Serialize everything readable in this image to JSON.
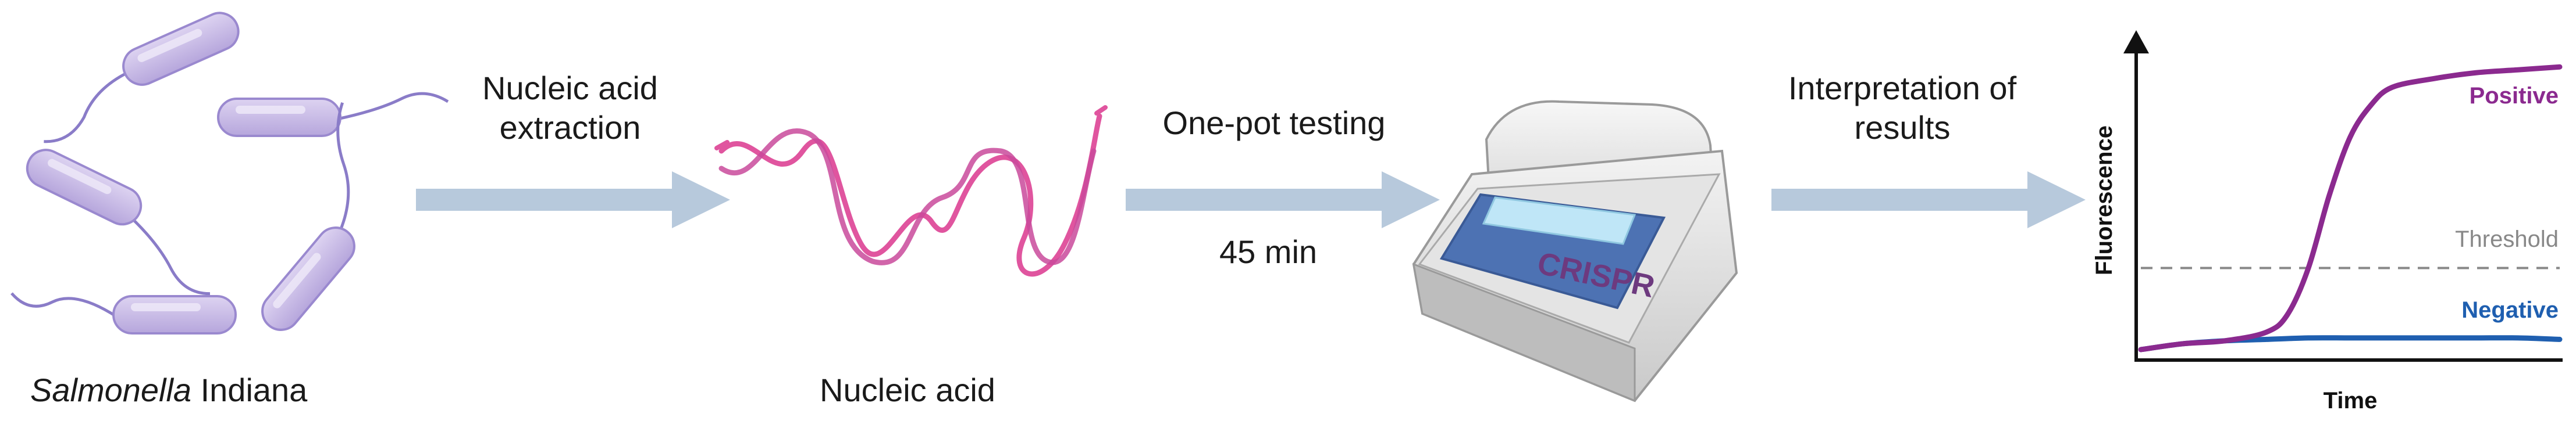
{
  "steps": {
    "organism": {
      "name_italic": "Salmonella",
      "name_rest": " Indiana"
    },
    "arrow1": {
      "line1": "Nucleic acid",
      "line2": "extraction"
    },
    "sample": {
      "label": "Nucleic acid"
    },
    "arrow2": {
      "top": "One-pot testing",
      "bottom": "45 min"
    },
    "device": {
      "screen_text": "CRISPR"
    },
    "arrow3": {
      "line1": "Interpretation of",
      "line2": "results"
    }
  },
  "colors": {
    "bacteria_fill": "#c9bbe6",
    "bacteria_stroke": "#9a89cf",
    "arrow": "#b7c9dc",
    "dna": "#e0559f",
    "positive": "#8b2a8f",
    "negative": "#1f5fb0",
    "threshold": "#888888"
  },
  "chart_data": {
    "type": "line",
    "xlabel": "Time",
    "ylabel": "Fluorescence",
    "threshold_label": "Threshold",
    "threshold": 0.3,
    "series": [
      {
        "name": "Positive",
        "x": [
          0,
          0.1,
          0.2,
          0.3,
          0.35,
          0.4,
          0.45,
          0.5,
          0.55,
          0.6,
          0.7,
          0.8,
          0.9,
          1.0
        ],
        "y": [
          0.02,
          0.04,
          0.05,
          0.08,
          0.14,
          0.3,
          0.55,
          0.75,
          0.86,
          0.92,
          0.95,
          0.97,
          0.98,
          0.99
        ]
      },
      {
        "name": "Negative",
        "x": [
          0,
          0.1,
          0.2,
          0.3,
          0.4,
          0.5,
          0.6,
          0.7,
          0.8,
          0.9,
          1.0
        ],
        "y": [
          0.02,
          0.04,
          0.05,
          0.055,
          0.06,
          0.06,
          0.06,
          0.06,
          0.06,
          0.06,
          0.055
        ]
      }
    ],
    "xlim": [
      0,
      1
    ],
    "ylim": [
      0,
      1.1
    ],
    "grid": false
  }
}
